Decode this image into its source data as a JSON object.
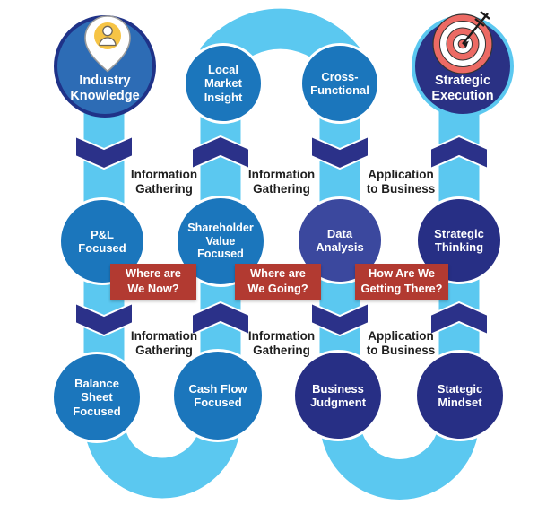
{
  "colors": {
    "flow_path": "#5BC8F0",
    "circle_blue": "#1B76BC",
    "circle_navy": "#272F85",
    "circle_indigo": "#3B489E",
    "industry_fill": "#2D6CB5",
    "industry_border": "#1F3288",
    "execution_fill": "#2A3184",
    "execution_border": "#5BC8F0",
    "chevron": "#2B3189",
    "question_box": "#B23A31",
    "label_text": "#1F1F1F",
    "circle_text": "#FFFFFF",
    "pin_head": "#F6C445",
    "target_red": "#EC6A64"
  },
  "icons": {
    "start": "map-pin-person-icon",
    "end": "target-dart-icon"
  },
  "circles": [
    {
      "id": "industry-knowledge",
      "label": "Industry\nKnowledge"
    },
    {
      "id": "local-market-insight",
      "label": "Local\nMarket\nInsight"
    },
    {
      "id": "cross-functional",
      "label": "Cross-\nFunctional"
    },
    {
      "id": "strategic-execution",
      "label": "Strategic\nExecution"
    },
    {
      "id": "pl-focused",
      "label": "P&L\nFocused"
    },
    {
      "id": "shareholder-value-focused",
      "label": "Shareholder\nValue\nFocused"
    },
    {
      "id": "data-analysis",
      "label": "Data\nAnalysis"
    },
    {
      "id": "strategic-thinking",
      "label": "Strategic\nThinking"
    },
    {
      "id": "balance-sheet-focused",
      "label": "Balance\nSheet\nFocused"
    },
    {
      "id": "cash-flow-focused",
      "label": "Cash Flow\nFocused"
    },
    {
      "id": "business-judgment",
      "label": "Business\nJudgment"
    },
    {
      "id": "stategic-mindset",
      "label": "Stategic\nMindset"
    }
  ],
  "process_labels": [
    {
      "id": "info-gathering-1",
      "label": "Information\nGathering"
    },
    {
      "id": "info-gathering-2",
      "label": "Information\nGathering"
    },
    {
      "id": "application-to-business-1",
      "label": "Application\nto Business"
    },
    {
      "id": "info-gathering-3",
      "label": "Information\nGathering"
    },
    {
      "id": "info-gathering-4",
      "label": "Information\nGathering"
    },
    {
      "id": "application-to-business-2",
      "label": "Application\nto Business"
    }
  ],
  "question_boxes": [
    {
      "id": "where-are-we-now",
      "label": "Where are\nWe Now?"
    },
    {
      "id": "where-are-we-going",
      "label": "Where are\nWe Going?"
    },
    {
      "id": "how-are-we-getting-there",
      "label": "How Are We\nGetting There?"
    }
  ]
}
